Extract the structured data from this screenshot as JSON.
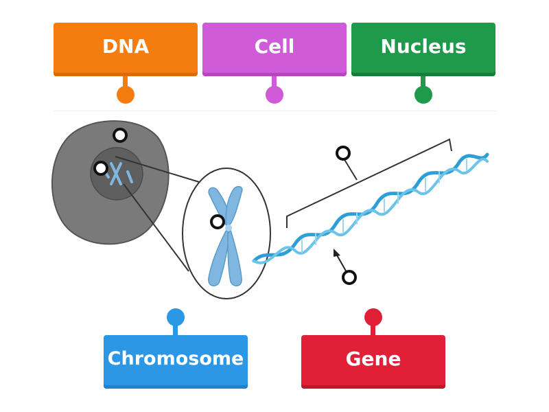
{
  "labels": {
    "dna": {
      "text": "DNA",
      "color": "#f57c0f",
      "shade": "#e06a00"
    },
    "cell": {
      "text": "Cell",
      "color": "#cf5bd9",
      "shade": "#b745c2"
    },
    "nucleus": {
      "text": "Nucleus",
      "color": "#1f9a4a",
      "shade": "#177d3b"
    },
    "chromosome": {
      "text": "Chromosome",
      "color": "#2b97e5",
      "shade": "#1f82cc"
    },
    "gene": {
      "text": "Gene",
      "color": "#df2037",
      "shade": "#c2152b"
    }
  },
  "colors": {
    "cell_body": "#7a7a7a",
    "nucleus_body": "#5f5f5f",
    "chromosome": "#7fb7e0",
    "dna_strand": "#2e9fd6"
  }
}
